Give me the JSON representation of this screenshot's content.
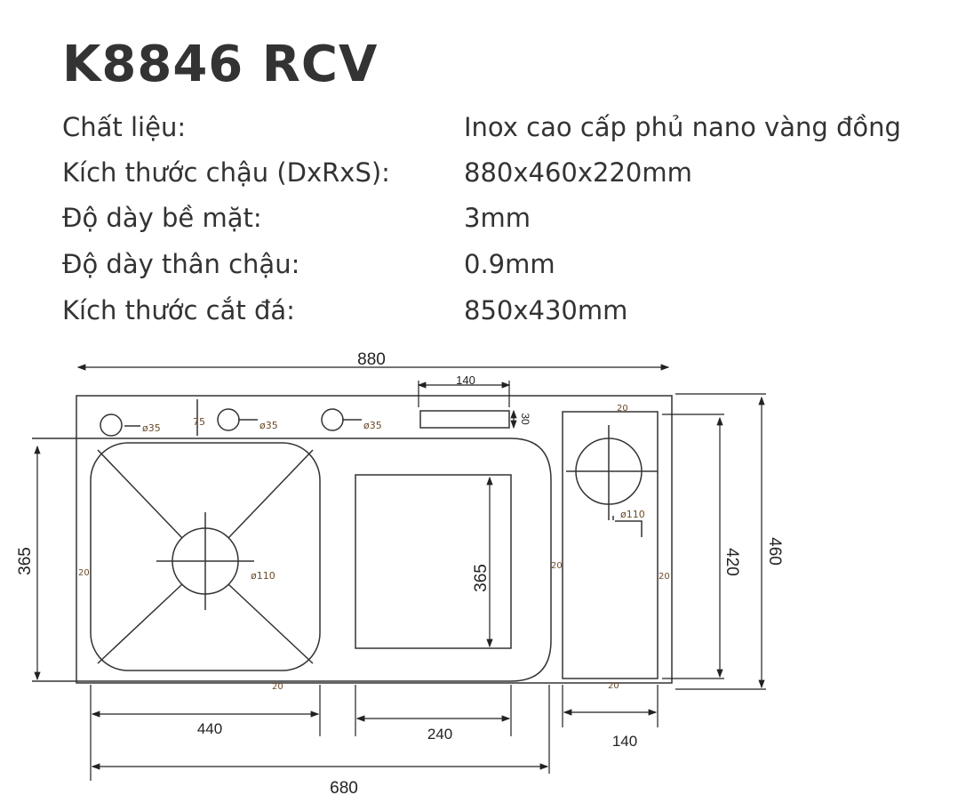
{
  "title": "K8846 RCV",
  "specs": [
    {
      "label": "Chất liệu:",
      "value": "Inox cao cấp phủ nano vàng đồng"
    },
    {
      "label": "Kích thước chậu (DxRxS):",
      "value": "880x460x220mm"
    },
    {
      "label": "Độ dày bề mặt:",
      "value": "3mm"
    },
    {
      "label": "Độ dày thân chậu:",
      "value": "0.9mm"
    },
    {
      "label": "Kích thước cắt đá:",
      "value": "850x430mm"
    }
  ],
  "drawing": {
    "total_width": "880",
    "total_depth": "460",
    "inner_depth_right": "420",
    "basin_depth_left": "365",
    "drainboard_depth": "365",
    "basin_width": "440",
    "drainboard_width": "240",
    "right_box_width": "140",
    "overall_inner_width": "680",
    "slot_width": "140",
    "slot_height": "30",
    "hole_offset": "75",
    "hole_1": "ø35",
    "hole_2": "ø35",
    "hole_3": "ø35",
    "drain_left": "ø110",
    "drain_right": "ø110",
    "margin_top_right": "20",
    "margin_left": "20",
    "margin_bottom": "20",
    "margin_mid": "20",
    "margin_right": "20",
    "margin_bottom_right": "20"
  }
}
